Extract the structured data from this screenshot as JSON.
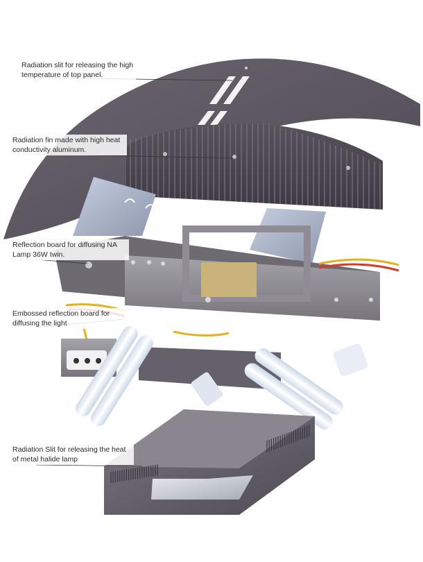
{
  "callouts": [
    {
      "line1": "Radiation slit for releasing the high",
      "line2": "temperature of top panel."
    },
    {
      "line1": "Radiation fin made with high heat",
      "line2": "conductivity aluminum."
    },
    {
      "line1": "Reflection board for diffusing NA",
      "line2": "Lamp 36W twin."
    },
    {
      "line1": "Embossed reflection board for",
      "line2": "diffusing the light"
    },
    {
      "line1": "Radiation Slit for releasing the heat",
      "line2": "of metal halide lamp"
    }
  ],
  "colors": {
    "top_panel": "#5f5962",
    "fin": "#4a4550",
    "frame": "#8d8a92",
    "reflector": "#a9b1c6",
    "lamp_tube": "#eef4fb",
    "bottom_housing": "#6c6871",
    "lens": "#c8ccd2"
  },
  "icons": [
    "lamp-socket-icon",
    "screw-icon",
    "wire-bundle-icon"
  ]
}
